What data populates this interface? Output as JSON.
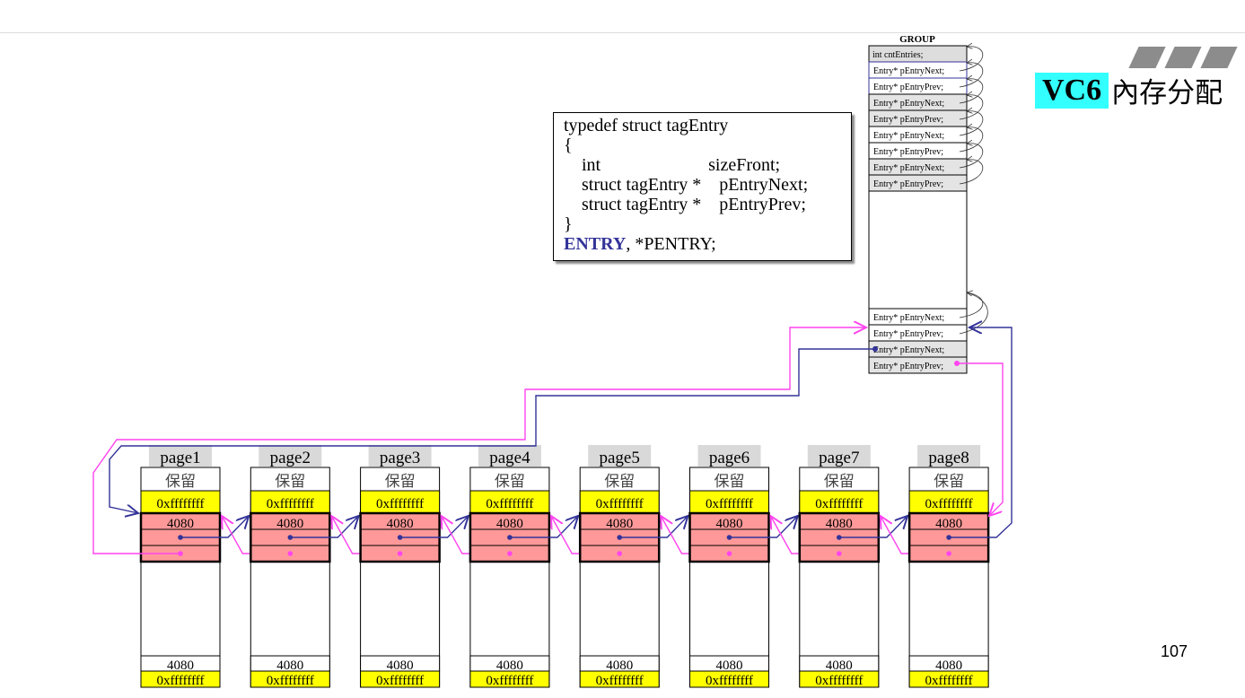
{
  "title": {
    "badge": "VC6",
    "text": "內存分配"
  },
  "page_number": "107",
  "code": {
    "lines": [
      "typedef struct tagEntry",
      "{",
      "    int                        sizeFront;",
      "    struct tagEntry *    pEntryNext;",
      "    struct tagEntry *    pEntryPrev;",
      "}"
    ],
    "last_keyword": "ENTRY",
    "last_rest": ", *PENTRY;"
  },
  "group": {
    "label": "GROUP",
    "header": "int  cntEntries;",
    "rows_top": [
      "Entry*   pEntryNext;",
      "Entry*   pEntryPrev;",
      "Entry*   pEntryNext;",
      "Entry*   pEntryPrev;",
      "Entry*   pEntryNext;",
      "Entry*   pEntryPrev;",
      "Entry*   pEntryNext;",
      "Entry*   pEntryPrev;"
    ],
    "rows_bottom": [
      "Entry*   pEntryNext;",
      "Entry*   pEntryPrev;",
      "Entry*   pEntryNext;",
      "Entry*   pEntryPrev;"
    ]
  },
  "pages": [
    {
      "label": "page1"
    },
    {
      "label": "page2"
    },
    {
      "label": "page3"
    },
    {
      "label": "page4"
    },
    {
      "label": "page5"
    },
    {
      "label": "page6"
    },
    {
      "label": "page7"
    },
    {
      "label": "page8"
    }
  ],
  "page_cells": {
    "reserved": "保留",
    "sentinel": "0xffffffff",
    "size": "4080"
  },
  "colors": {
    "next_arrow": "#333399",
    "prev_arrow": "#ff44ee",
    "sentinel": "#ffff00",
    "entry": "#ff9999",
    "badge": "#33ffff"
  }
}
